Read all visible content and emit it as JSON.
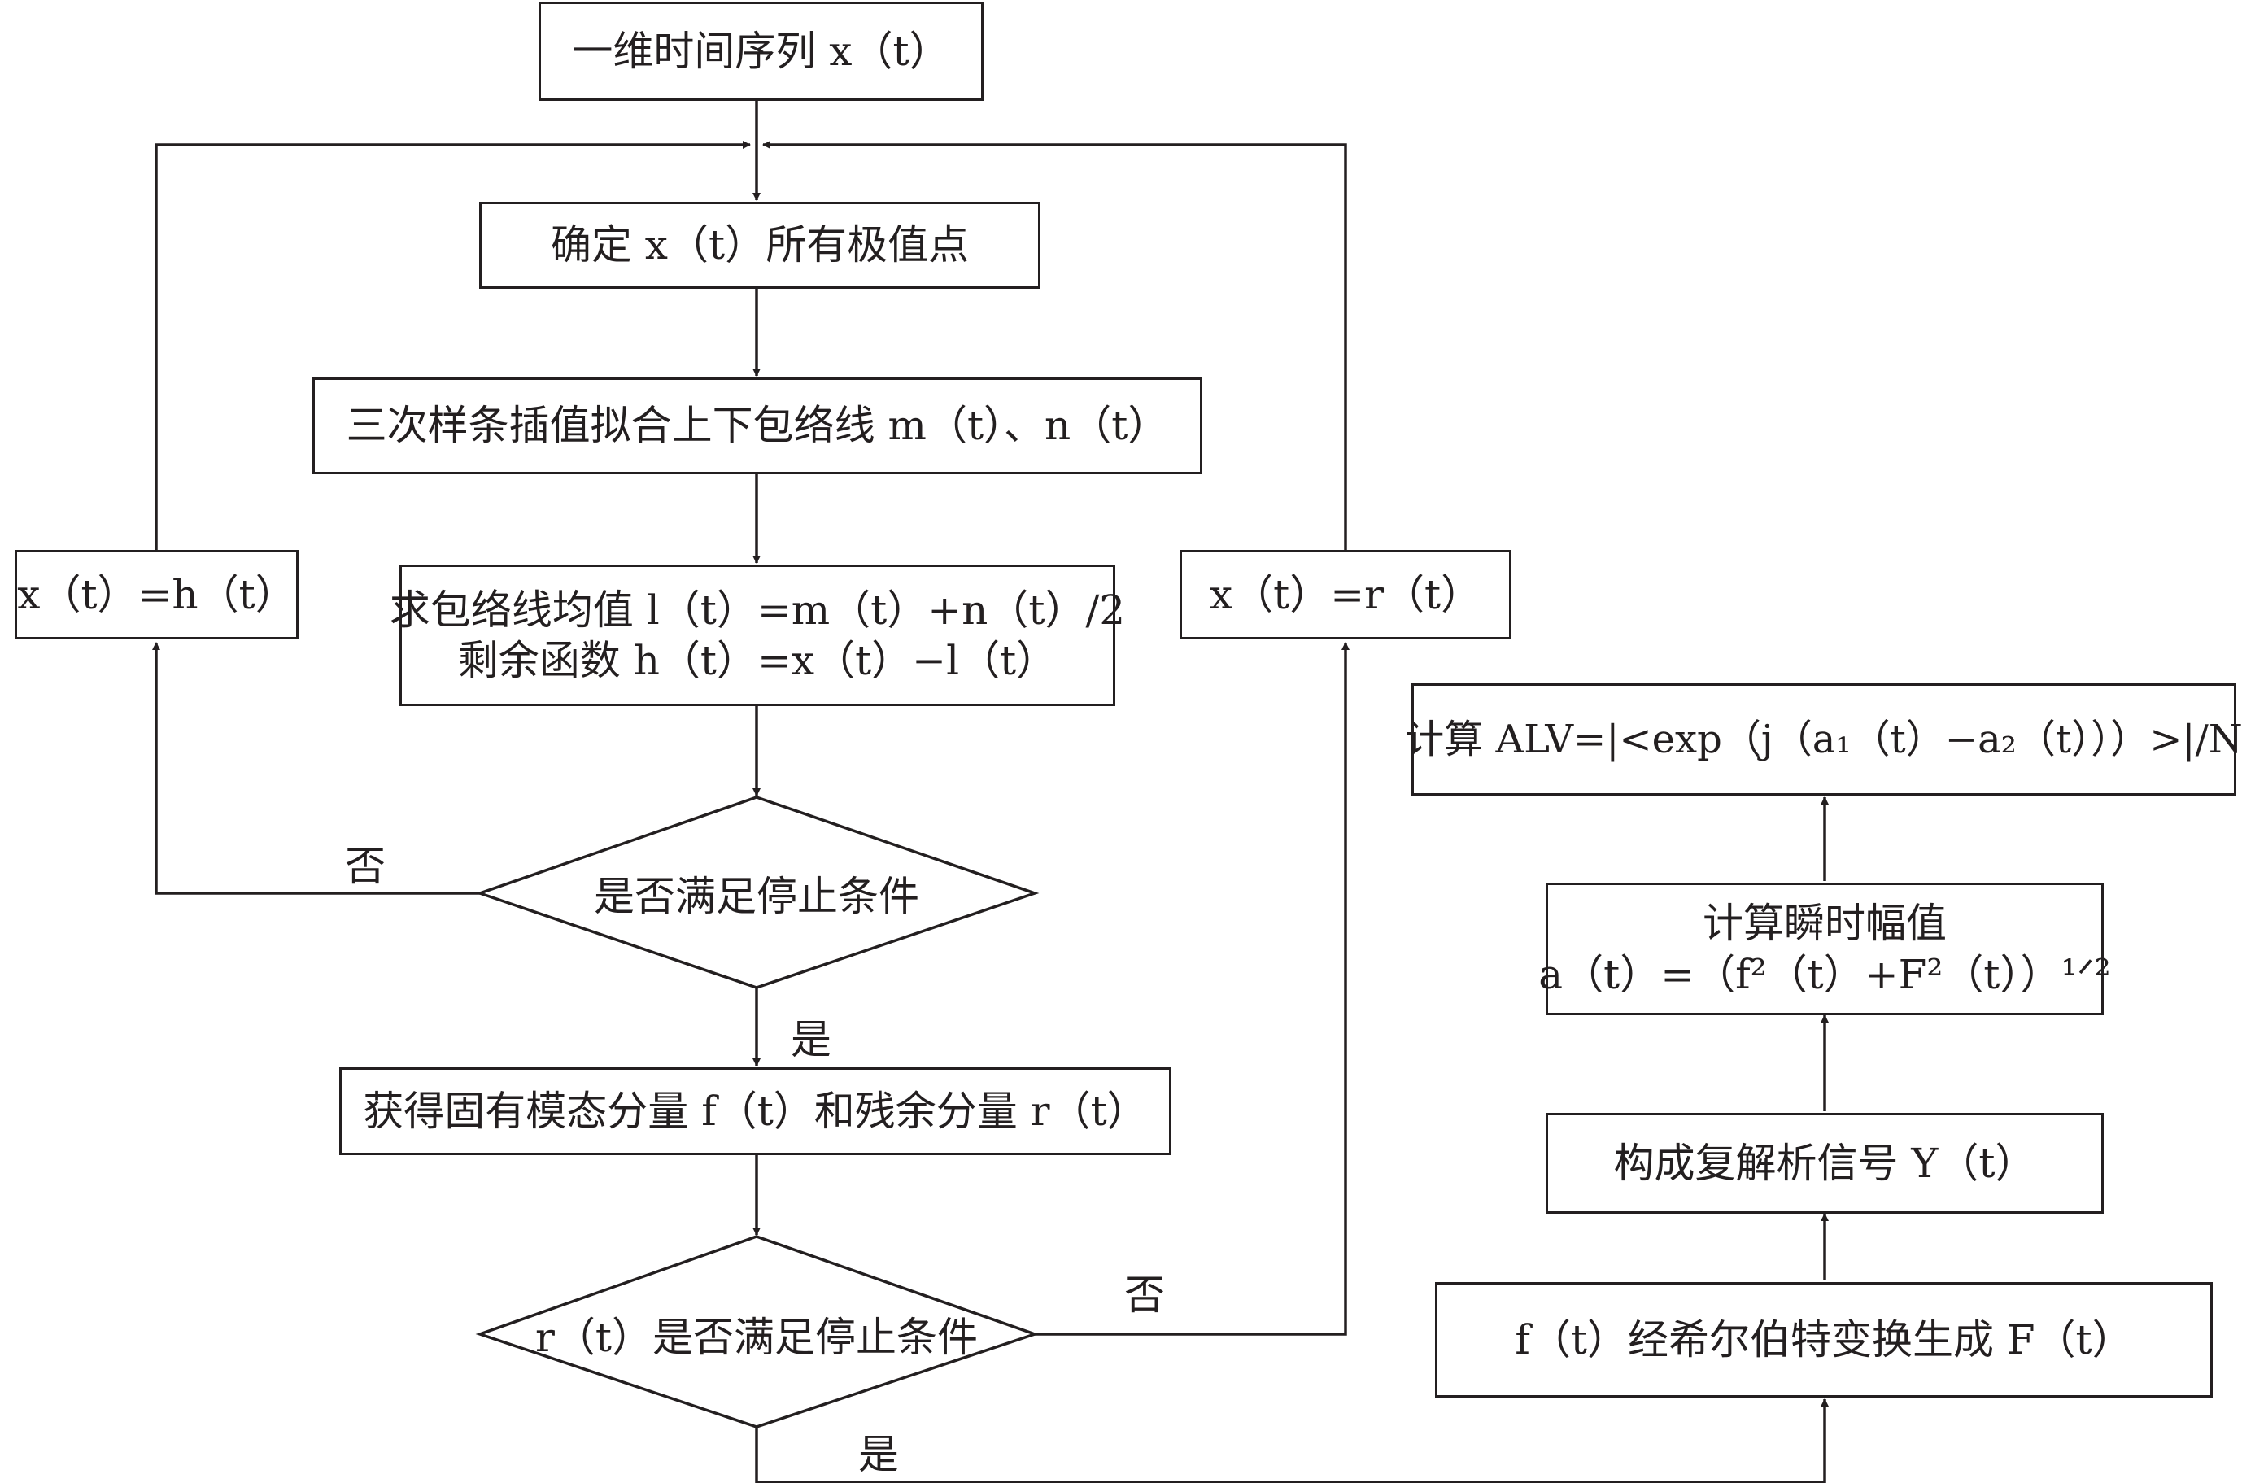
{
  "flowchart": {
    "start": "一维时间序列 x（t）",
    "find_extrema": "确定 x（t）所有极值点",
    "spline_envelope": "三次样条插值拟合上下包络线 m（t）、n（t）",
    "envelope_mean": "求包络线均值 l（t）=m（t）+n（t）/2",
    "residual_func": "剩余函数 h（t）=x（t）−l（t）",
    "decision_stop": "是否满足停止条件",
    "assign_h": "x（t）=h（t）",
    "imf_and_residual": "获得固有模态分量 f（t）和残余分量 r（t）",
    "decision_r_stop": "r（t）是否满足停止条件",
    "assign_r": "x（t）=r（t）",
    "hilbert": "f（t）经希尔伯特变换生成 F（t）",
    "analytic_signal": "构成复解析信号 Y（t）",
    "amp_title": "计算瞬时幅值",
    "amp_formula": "a（t）=（f²（t）+F²（t））¹ᐟ²",
    "alv": "计算 ALV=|<exp（j（a₁（t）−a₂（t）））>|/N",
    "yes": "是",
    "no": "否"
  }
}
